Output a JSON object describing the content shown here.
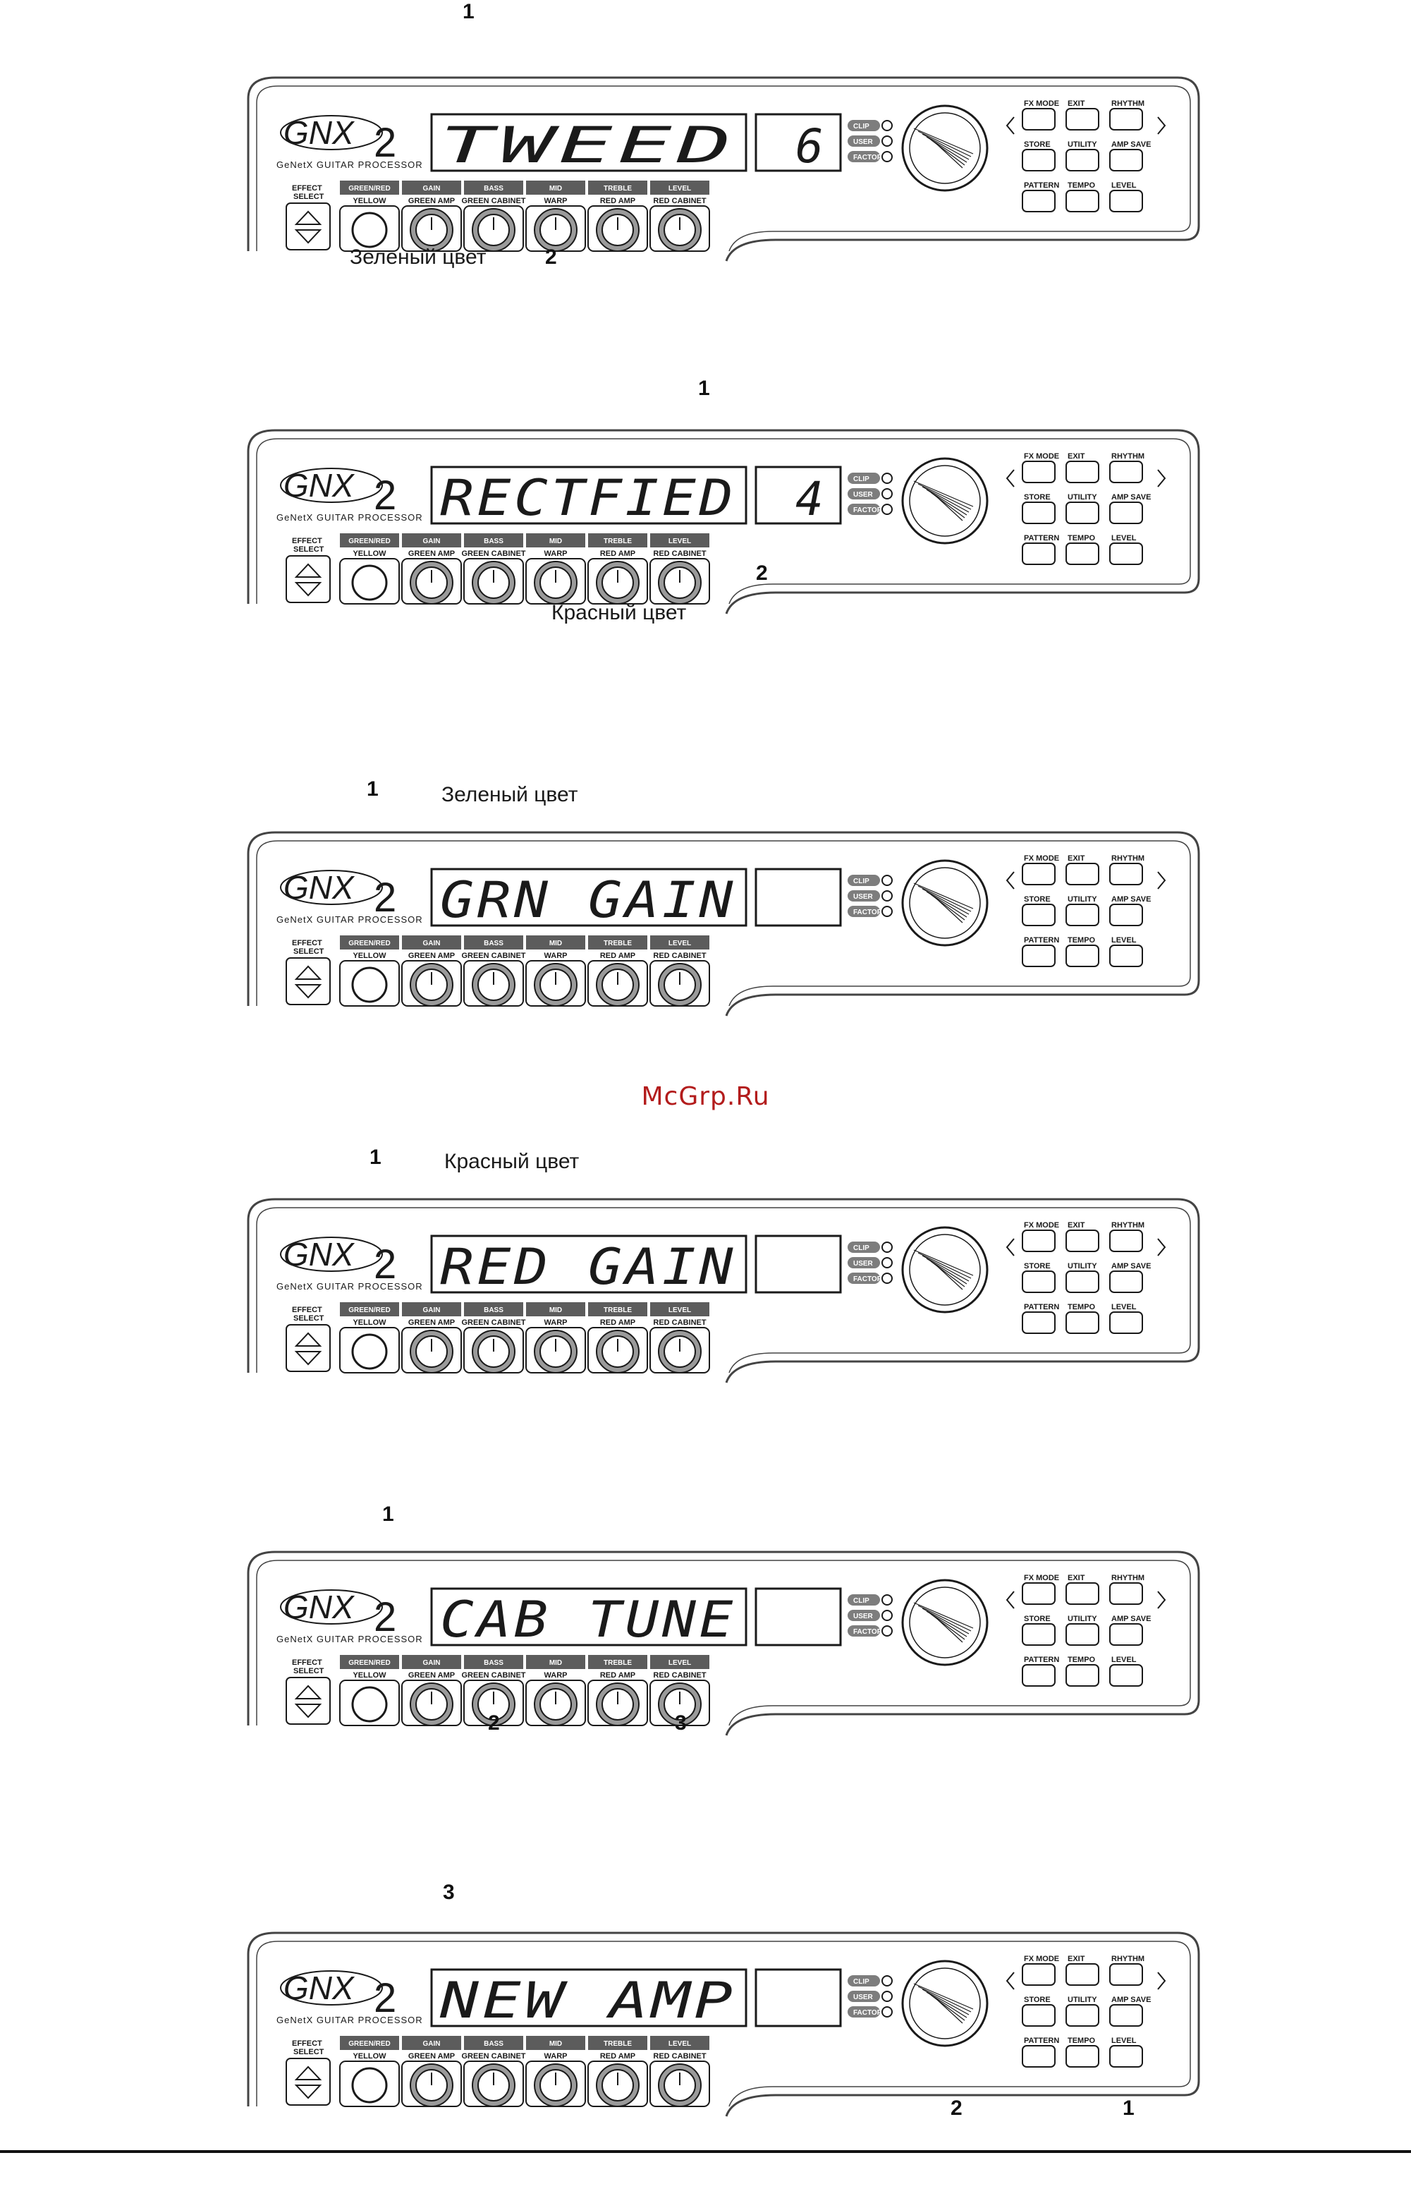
{
  "device": {
    "logo_text": "GNX2",
    "subtitle": "GeNetX GUITAR PROCESSOR",
    "status_leds": [
      "CLIP",
      "USER",
      "FACTORY"
    ],
    "effect_select_label": "EFFECT SELECT",
    "knobs": [
      {
        "top": "GREEN/RED",
        "bottom": "YELLOW"
      },
      {
        "top": "GAIN",
        "bottom": "GREEN AMP"
      },
      {
        "top": "BASS",
        "bottom": "GREEN CABINET"
      },
      {
        "top": "MID",
        "bottom": "WARP"
      },
      {
        "top": "TREBLE",
        "bottom": "RED AMP"
      },
      {
        "top": "LEVEL",
        "bottom": "RED CABINET"
      }
    ],
    "buttons": [
      "FX MODE",
      "EXIT",
      "RHYTHM",
      "STORE",
      "UTILITY",
      "AMP SAVE",
      "PATTERN",
      "TEMPO",
      "LEVEL"
    ]
  },
  "panels": [
    {
      "display": "TWEED",
      "number": "6",
      "caption": "Зеленый цвет",
      "callouts": [
        "1",
        "2"
      ]
    },
    {
      "display": "RECTFIED",
      "number": "4",
      "caption": "Красный цвет",
      "callouts": [
        "1",
        "2"
      ]
    },
    {
      "display": "GRN GAIN",
      "number": "",
      "caption": "Зеленый цвет",
      "callouts": [
        "1"
      ]
    },
    {
      "display": "RED GAIN",
      "number": "",
      "caption": "Красный цвет",
      "callouts": [
        "1"
      ]
    },
    {
      "display": "CAB TUNE",
      "number": "",
      "caption": "",
      "callouts": [
        "1",
        "2",
        "3"
      ]
    },
    {
      "display": "NEW AMP",
      "number": "",
      "caption": "",
      "callouts": [
        "3",
        "2",
        "1"
      ]
    }
  ],
  "watermark": "McGrp.Ru",
  "colors": {
    "ink": "#1a1a1a",
    "panel_line": "#444444",
    "knob_fill": "#9a9a9a",
    "watermark": "#b31c1c"
  }
}
